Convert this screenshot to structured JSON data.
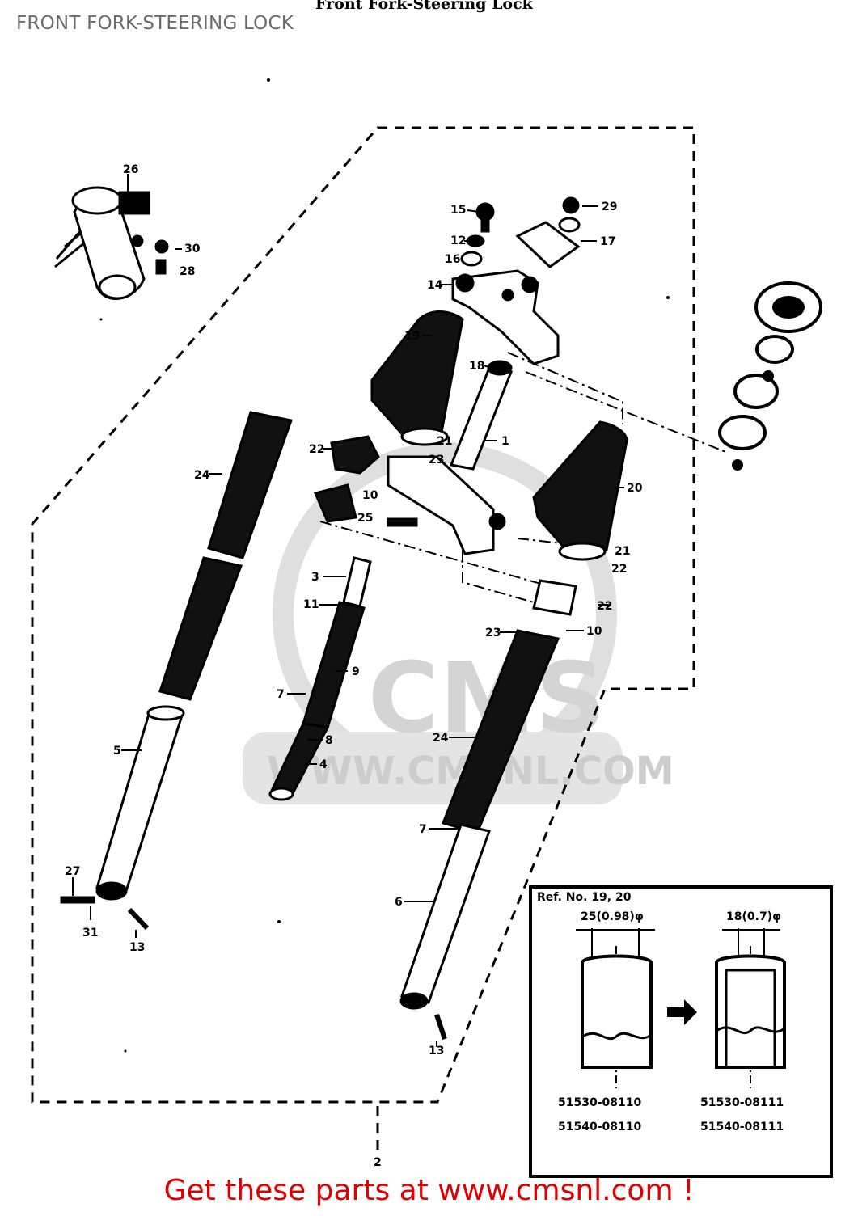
{
  "header": {
    "page_title": "FRONT FORK-STEERING LOCK",
    "plate_title": "Front Fork-Steering Lock"
  },
  "diagram": {
    "callouts": [
      "26",
      "29",
      "30",
      "28",
      "15",
      "12",
      "16",
      "14",
      "28",
      "17",
      "19",
      "18",
      "1",
      "21",
      "23",
      "22",
      "10",
      "25",
      "24",
      "3",
      "11",
      "9",
      "7",
      "8",
      "4",
      "5",
      "20",
      "21",
      "22",
      "22",
      "10",
      "23",
      "24",
      "7",
      "6",
      "27",
      "31",
      "13",
      "13",
      "2"
    ],
    "inset": {
      "ref_label": "Ref. No. 19, 20",
      "left_dim": "25(0.98)φ",
      "right_dim": "18(0.7)φ",
      "left_part_1": "51530-08110",
      "left_part_2": "51540-08110",
      "right_part_1": "51530-08111",
      "right_part_2": "51540-08111"
    },
    "watermark": {
      "logo_text": "CMS",
      "url_text": "WWW.CMSNL.COM"
    }
  },
  "footer": {
    "link_text": "Get these parts at www.cmsnl.com !"
  },
  "colors": {
    "ink": "#000000",
    "title_gray": "#6b6b6b",
    "footer_red": "#e00000",
    "watermark_gray": "#cfcfcf"
  }
}
